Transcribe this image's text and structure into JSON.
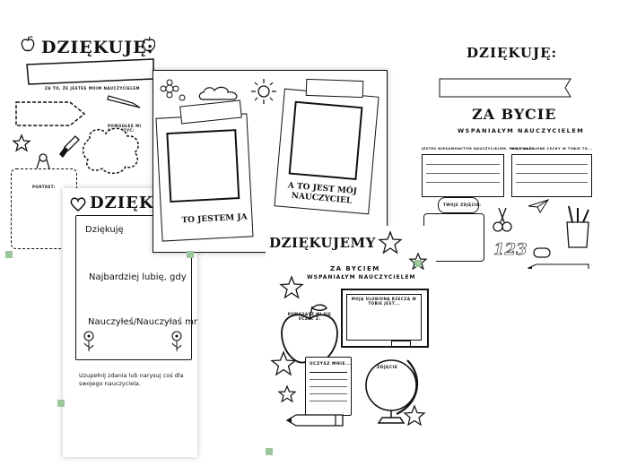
{
  "sheet1": {
    "title": "DZIĘKUJĘ:",
    "subtitle": "ZA TO, ŻE JESTEŚ MOIM NAUCZYCIELEM",
    "help_label": "POMOGŁEŚ MI SIĘ UCZYĆ:",
    "portrait_label": "PORTRET:"
  },
  "sheet2": {
    "title": "DZIĘKUJĘ",
    "line1": "Dziękuję",
    "line2": "Najbardziej lubię, gdy",
    "line3": "Nauczyłeś/Nauczyłaś mnie",
    "instruction": "Uzupełnij zdania lub narysuj coś dla swojego nauczyciela."
  },
  "sheet3": {
    "caption_left": "TO JESTEM JA",
    "caption_right": "A TO JEST MÓJ NAUCZYCIEL"
  },
  "sheet4": {
    "title": "DZIĘKUJĘ:",
    "title2": "ZA BYCIE",
    "subtitle": "WSPANIAŁYM NAUCZYCIELEM",
    "col1": "JESTEŚ NIESAMOWITYM NAUCZYCIELEM, PONIEWAŻ...",
    "col2": "MOJE ULUBIONE CECHY W TOBIE TO...",
    "tag": "TWOJE ZDJĘCIE:",
    "numbers": "123"
  },
  "sheet5": {
    "title": "DZIĘKUJEMY",
    "subtitle1": "ZA BYCIEM",
    "subtitle2": "WSPANIAŁYM NAUCZYCIELEM",
    "board_label": "MOJĄ ULUBIONĄ RZECZĄ W TOBIE JEST...",
    "apple_label": "POMAGASZ MI SIĘ UCZYĆ Z:",
    "notebook_label": "UCZYSZ MNIE...",
    "globe_label": "ZDJĘCIE"
  }
}
